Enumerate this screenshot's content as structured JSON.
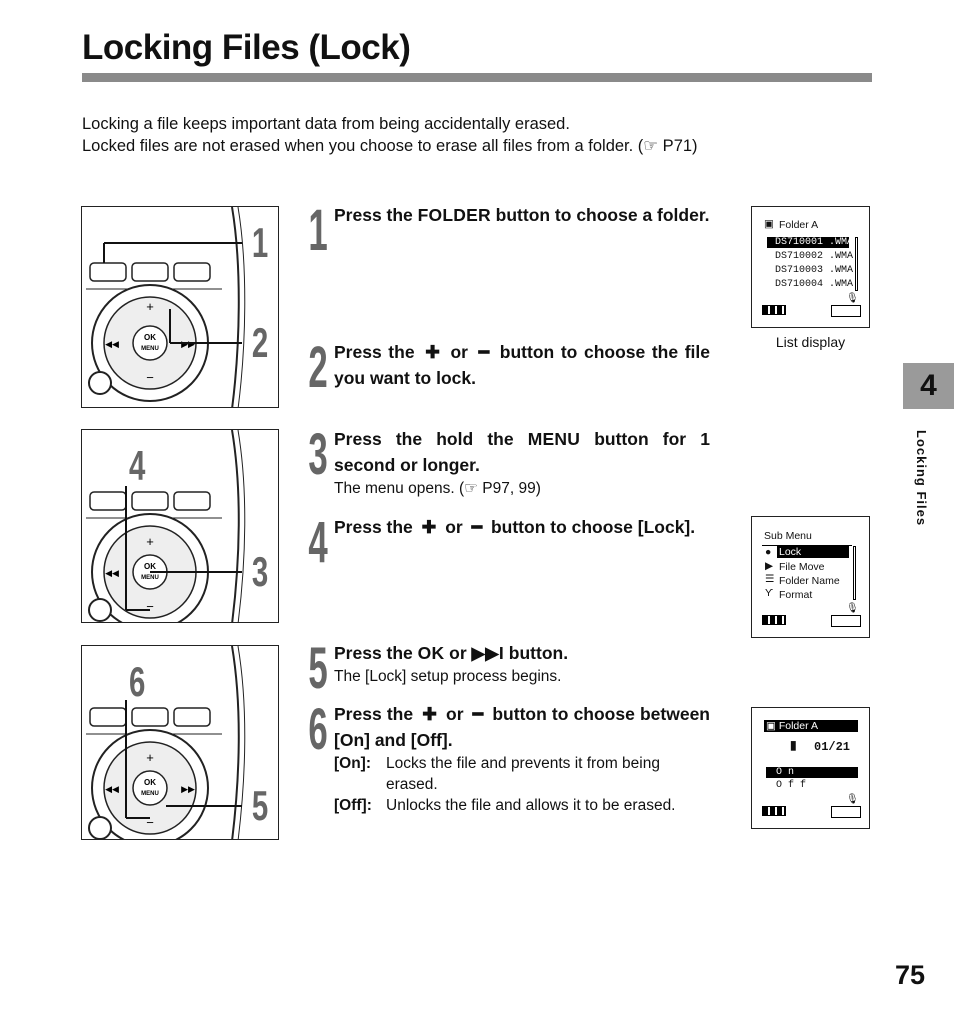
{
  "page": {
    "title": "Locking Files (Lock)",
    "intro_line1": "Locking a file keeps important data from being accidentally erased.",
    "intro_line2": "Locked files are not erased when you choose to erase all files from a folder. (☞ P71)",
    "chapter_tab": "4",
    "side_label": "Locking Files",
    "page_number": "75"
  },
  "panels": [
    {
      "callout_a": "1",
      "callout_b": "2"
    },
    {
      "callout_a": "4",
      "callout_b": "3"
    },
    {
      "callout_a": "6",
      "callout_b": "5"
    }
  ],
  "device": {
    "ok_label": "OK",
    "menu_label": "MENU",
    "plus": "+",
    "minus": "−"
  },
  "steps": {
    "s1": {
      "num": "1",
      "pre": "Press the ",
      "kw": "FOLDER",
      "post": " button to choose a folder."
    },
    "s2": {
      "num": "2",
      "pre": "Press the ",
      "plus": "✚",
      "mid": " or ",
      "minus": "━",
      "post": " button to choose the file you want to lock."
    },
    "s3": {
      "num": "3",
      "pre": "Press the hold the ",
      "kw": "MENU",
      "post": " button for 1 second or longer.",
      "sub": "The menu opens. (☞ P97, 99)"
    },
    "s4": {
      "num": "4",
      "pre": "Press the ",
      "plus": "✚",
      "mid": " or ",
      "minus": "━",
      "post": " button to choose [Lock]."
    },
    "s5": {
      "num": "5",
      "pre": "Press the ",
      "kw": "OK",
      "mid": " or ",
      "ff": "▶▶I",
      "post": " button.",
      "sub": "The [Lock] setup process begins."
    },
    "s6": {
      "num": "6",
      "pre": "Press the ",
      "plus": "✚",
      "mid": " or ",
      "minus": "━",
      "post": " button to choose between [On] and [Off].",
      "defs": [
        {
          "term": "[On]:",
          "text": "Locks the file and prevents it from being erased."
        },
        {
          "term": "[Off]:",
          "text": "Unlocks the file and allows it to be erased."
        }
      ]
    }
  },
  "lcd1": {
    "folder": "Folder  A",
    "files": [
      "DS710001 .WMA",
      "DS710002 .WMA",
      "DS710003 .WMA",
      "DS710004 .WMA"
    ],
    "label": "List display"
  },
  "lcd2": {
    "header": "Sub Menu",
    "items": [
      "Lock",
      "File Move",
      "Folder Name",
      "Format"
    ]
  },
  "lcd3": {
    "folder": "Folder  A",
    "counter": "01/21",
    "options": [
      "O n",
      "O f  f"
    ]
  },
  "colors": {
    "rule": "#8a8a8a",
    "tab": "#9a9a9a",
    "ink": "#111111"
  }
}
